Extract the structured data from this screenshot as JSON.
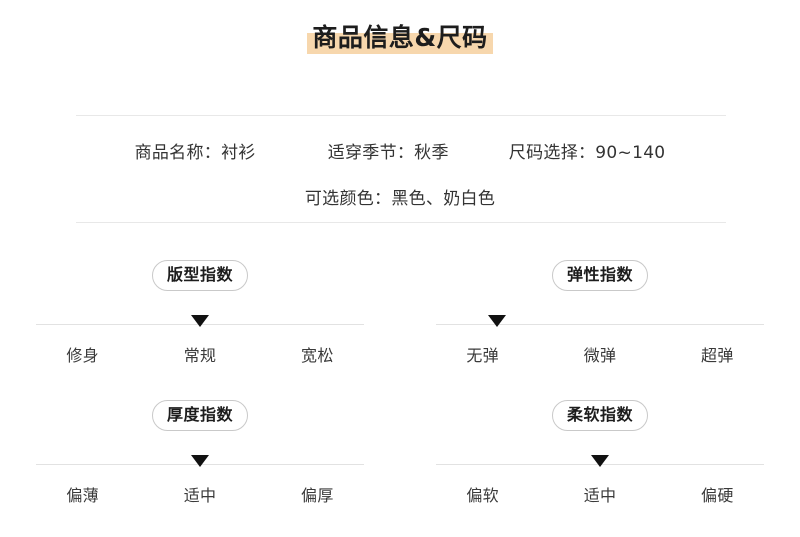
{
  "header": {
    "title": "商品信息&尺码",
    "highlight_color": "#f7d7ad"
  },
  "product_info": {
    "line1": [
      {
        "label": "商品名称：",
        "value": "衬衫",
        "full": "商品名称：衬衫"
      },
      {
        "label": "适穿季节：",
        "value": "秋季",
        "full": "适穿季节：秋季"
      },
      {
        "label": "尺码选择：",
        "value": "90~140",
        "full": "尺码选择：90~140"
      }
    ],
    "line2": [
      {
        "label": "可选颜色：",
        "value": "黑色、奶白色",
        "full": "可选颜色：黑色、奶白色"
      }
    ]
  },
  "indices": [
    {
      "name": "版型指数",
      "options": [
        "修身",
        "常规",
        "宽松"
      ],
      "selected_index": 1,
      "selected": "常规"
    },
    {
      "name": "弹性指数",
      "options": [
        "无弹",
        "微弹",
        "超弹"
      ],
      "selected_index": 0,
      "selected": "无弹"
    },
    {
      "name": "厚度指数",
      "options": [
        "偏薄",
        "适中",
        "偏厚"
      ],
      "selected_index": 1,
      "selected": "适中"
    },
    {
      "name": "柔软指数",
      "options": [
        "偏软",
        "适中",
        "偏硬"
      ],
      "selected_index": 1,
      "selected": "适中"
    }
  ],
  "icons": {
    "marker": "down-triangle-marker-icon"
  }
}
